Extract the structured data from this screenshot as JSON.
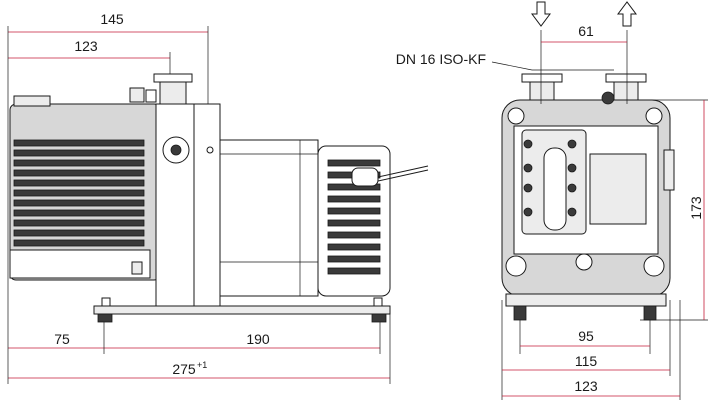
{
  "side_view": {
    "dim_overall_width": "145",
    "dim_inlet_offset": "123",
    "dim_foot_offset": "75",
    "dim_foot_spacing": "190",
    "dim_total_length": "275",
    "dim_total_length_tolerance": "+1"
  },
  "end_view": {
    "flange_label": "DN 16 ISO-KF",
    "dim_flange_spacing": "61",
    "dim_height": "173",
    "dim_foot_spacing": "95",
    "dim_foot_outer": "115",
    "dim_overall_width": "123"
  },
  "arrows": {
    "inlet_arrow": "arrow-down-icon",
    "outlet_arrow": "arrow-up-icon"
  }
}
